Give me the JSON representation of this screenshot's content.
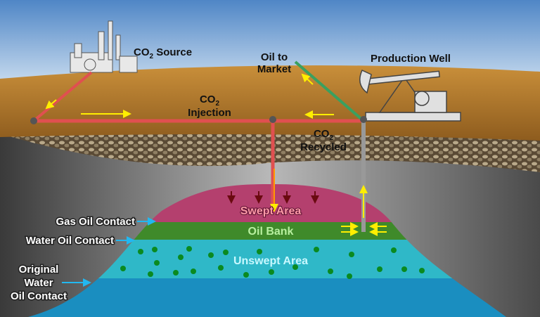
{
  "labels": {
    "co2_source": {
      "main": "CO",
      "sub": "2",
      "rest": " Source"
    },
    "oil_to_market": [
      "Oil to",
      "Market"
    ],
    "production_well": "Production Well",
    "co2_injection": {
      "main": "CO",
      "sub": "2",
      "line2": "Injection"
    },
    "co2_recycled": {
      "main": "CO",
      "sub": "2",
      "line2": "Recycled"
    },
    "swept_area": "Swept Area",
    "oil_bank": "Oil Bank",
    "unswept_area": "Unswept Area",
    "gas_oil_contact": "Gas Oil Contact",
    "water_oil_contact": "Water Oil Contact",
    "original_water_oil_contact": [
      "Original",
      "Water",
      "Oil Contact"
    ]
  },
  "colors": {
    "sky": "#6f9fd6",
    "ground": "#b97f2c",
    "swept": "#b4406e",
    "oil_bank": "#3f8a2a",
    "unswept": "#2fb8c8",
    "water": "#1a8ec0",
    "pipe": "#e05050",
    "arrow": "#ffee00",
    "contact_arrow": "#22b8f0"
  }
}
